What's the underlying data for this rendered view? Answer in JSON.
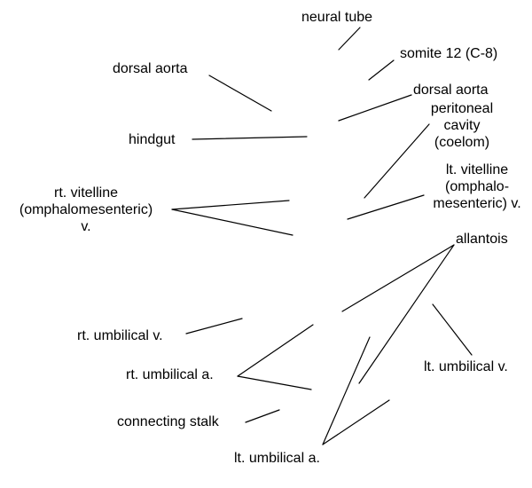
{
  "line_color": "#000000",
  "labels": {
    "neural_tube": [
      "neural tube"
    ],
    "somite": [
      "somite 12 (C-8)"
    ],
    "dorsal_aorta_left": [
      "dorsal aorta"
    ],
    "dorsal_aorta_right": [
      "dorsal aorta"
    ],
    "peritoneal_cavity": [
      "peritoneal",
      "cavity",
      "(coelom)"
    ],
    "hindgut": [
      "hindgut"
    ],
    "rt_vitelline": [
      "rt. vitelline",
      "(omphalomesenteric)",
      "v."
    ],
    "lt_vitelline": [
      "lt. vitelline",
      "(omphalo-",
      "mesenteric) v."
    ],
    "allantois": [
      "allantois"
    ],
    "rt_umbilical_v": [
      "rt. umbilical v."
    ],
    "rt_umbilical_a": [
      "rt. umbilical a."
    ],
    "lt_umbilical_v": [
      "lt. umbilical v."
    ],
    "connecting_stalk": [
      "connecting stalk"
    ],
    "lt_umbilical_a": [
      "lt. umbilical a."
    ]
  }
}
